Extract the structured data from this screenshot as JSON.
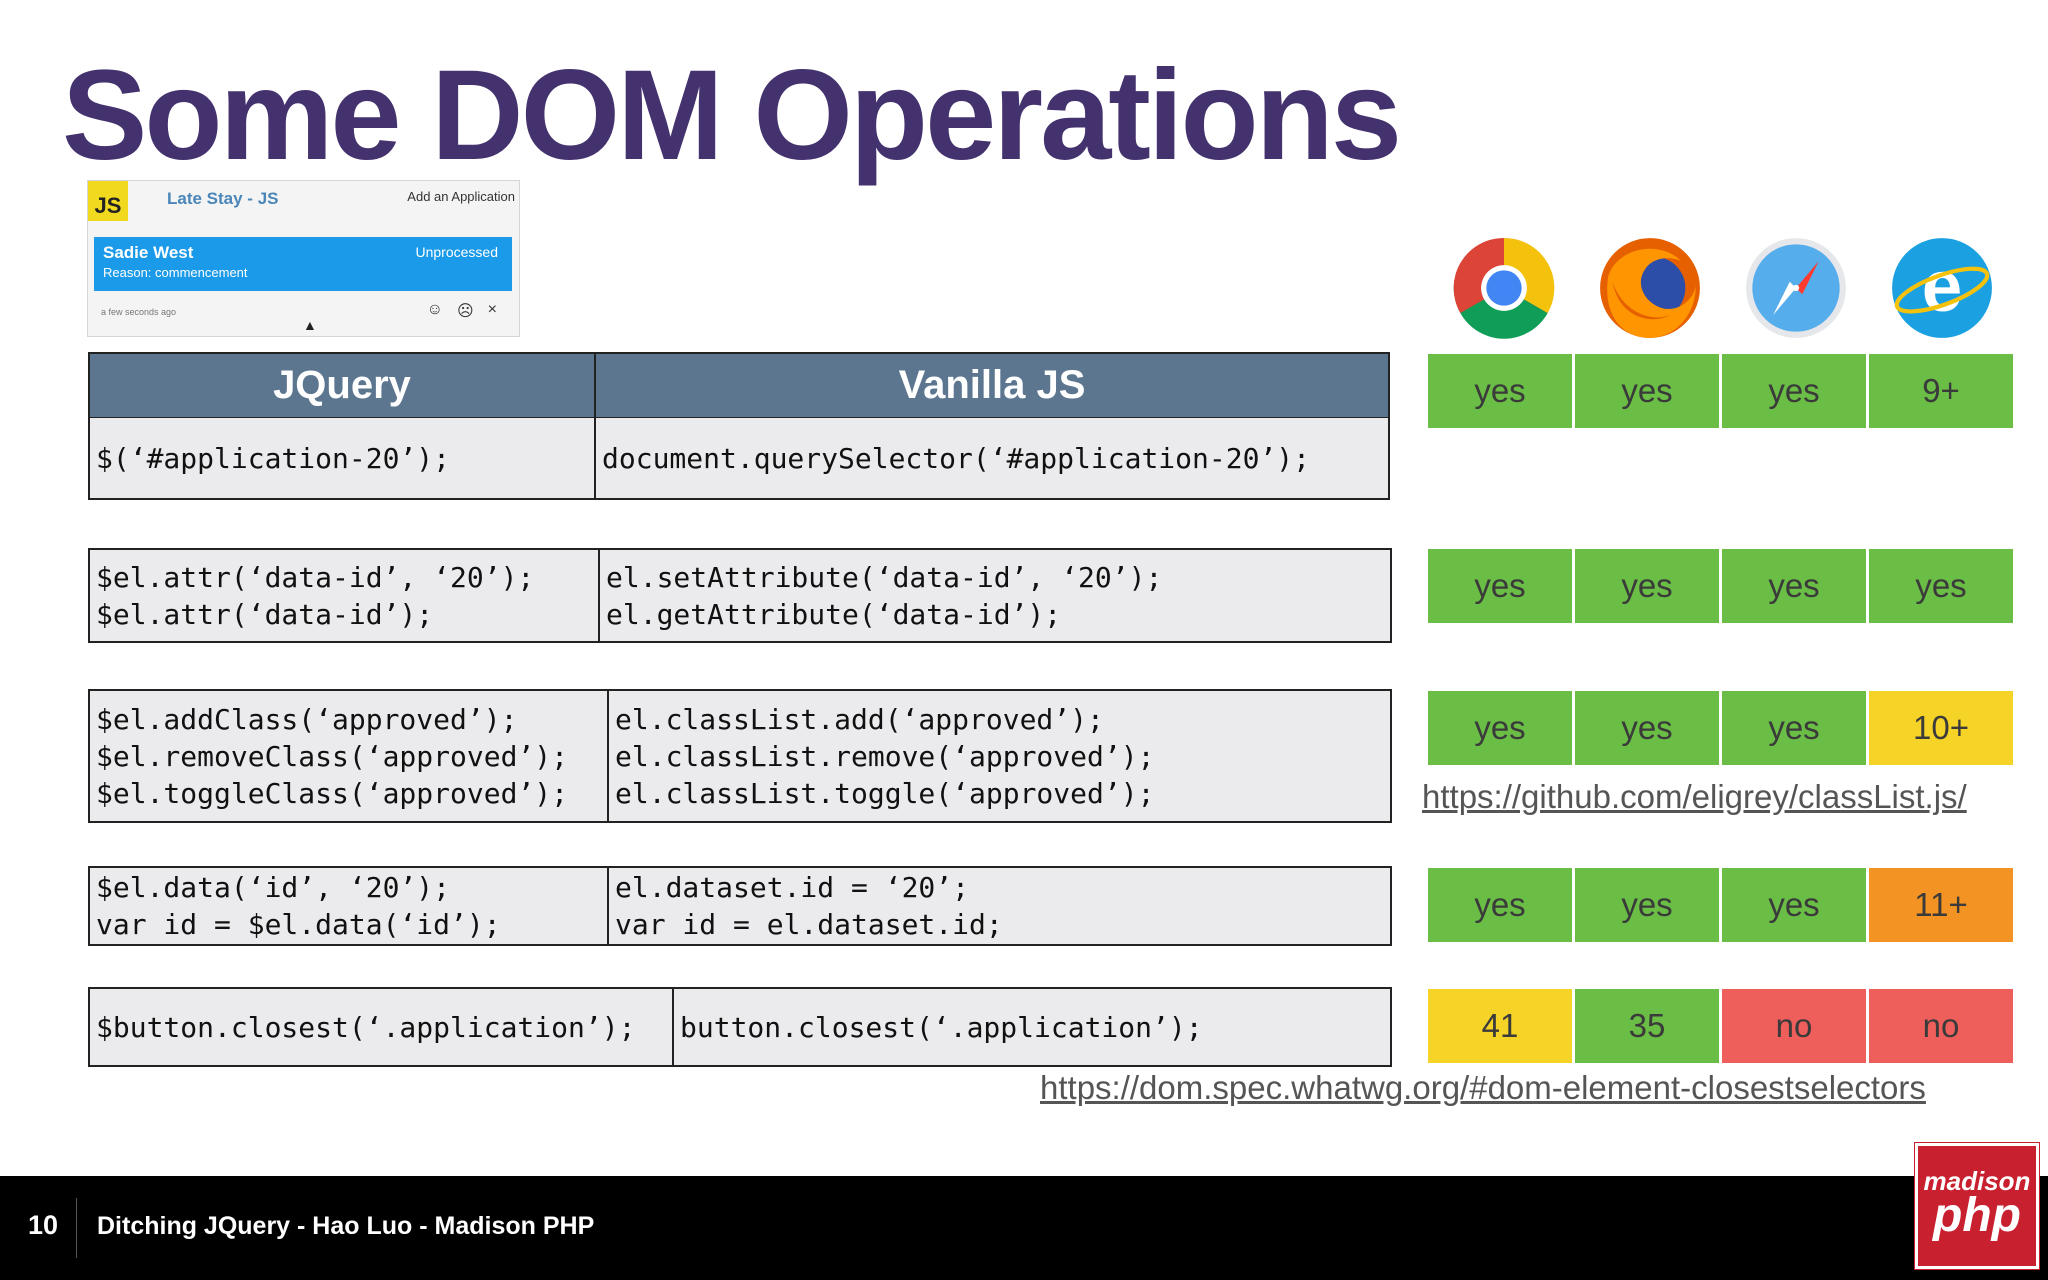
{
  "slide": {
    "title": "Some DOM Operations",
    "page_number": "10",
    "footer": "Ditching JQuery - Hao Luo - Madison PHP",
    "logo_line1": "madison",
    "logo_line2": "php"
  },
  "app_screenshot": {
    "logo": "JS",
    "title": "Late Stay - JS",
    "action": "Add an Application",
    "card_name": "Sadie West",
    "card_reason": "Reason: commencement",
    "card_status": "Unprocessed",
    "timestamp": "a few seconds ago",
    "icon_smile": "☺",
    "icon_frown": "☹",
    "icon_close": "×"
  },
  "headers": {
    "jquery": "JQuery",
    "vanilla": "Vanilla JS"
  },
  "rows": [
    {
      "jquery": "$(‘#application-20’);",
      "vanilla": "document.querySelector(‘#application-20’);",
      "support": [
        "yes",
        "yes",
        "yes",
        "9+"
      ],
      "colors": [
        "g",
        "g",
        "g",
        "g"
      ]
    },
    {
      "jquery": "$el.attr(‘data-id’, ‘20’);\n$el.attr(‘data-id’);",
      "vanilla": "el.setAttribute(‘data-id’, ‘20’);\nel.getAttribute(‘data-id’);",
      "support": [
        "yes",
        "yes",
        "yes",
        "yes"
      ],
      "colors": [
        "g",
        "g",
        "g",
        "g"
      ]
    },
    {
      "jquery": "$el.addClass(‘approved’);\n$el.removeClass(‘approved’);\n$el.toggleClass(‘approved’);",
      "vanilla": "el.classList.add(‘approved’);\nel.classList.remove(‘approved’);\nel.classList.toggle(‘approved’);",
      "support": [
        "yes",
        "yes",
        "yes",
        "10+"
      ],
      "colors": [
        "g",
        "g",
        "g",
        "y"
      ]
    },
    {
      "jquery": "$el.data(‘id’, ‘20’);\nvar id = $el.data(‘id’);",
      "vanilla": "el.dataset.id = ‘20’;\nvar id = el.dataset.id;",
      "support": [
        "yes",
        "yes",
        "yes",
        "11+"
      ],
      "colors": [
        "g",
        "g",
        "g",
        "o"
      ]
    },
    {
      "jquery": "$button.closest(‘.application’);",
      "vanilla": "button.closest(‘.application’);",
      "support": [
        "41",
        "35",
        "no",
        "no"
      ],
      "colors": [
        "y",
        "g",
        "r",
        "r"
      ]
    }
  ],
  "browsers": [
    "chrome-icon",
    "firefox-icon",
    "safari-icon",
    "ie-icon"
  ],
  "status_colors": {
    "g": "#6abd45",
    "y": "#f5d327",
    "o": "#f39323",
    "r": "#ee5f5b"
  },
  "links": {
    "classlist": "https://github.com/eligrey/classList.js/",
    "closest": "https://dom.spec.whatwg.org/#dom-element-closestselectors"
  }
}
